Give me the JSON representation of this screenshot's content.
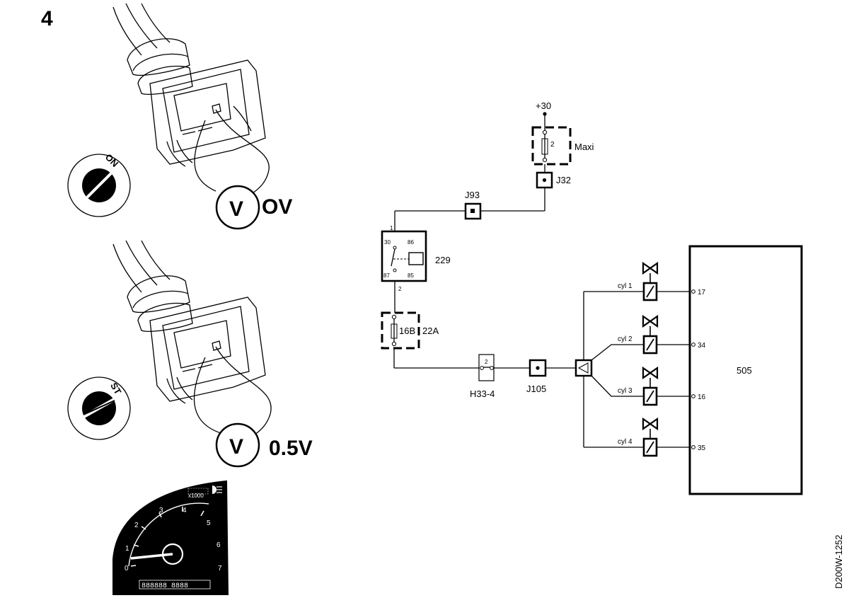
{
  "figure_number": "4",
  "reference_code": "D200W-1252",
  "meter": {
    "symbol": "V",
    "reading_off": "OV",
    "reading_start": "0.5V"
  },
  "ignition": {
    "on_label": "ON",
    "start_label": "ST"
  },
  "tachometer": {
    "scale": [
      "0",
      "1",
      "2",
      "3",
      "4",
      "5",
      "6",
      "7"
    ],
    "small_text": "x1000",
    "odometer": "888888 8888"
  },
  "circuit": {
    "supply": "+30",
    "fuse_maxi": {
      "number": "2",
      "label": "Maxi"
    },
    "junction_j32": "J32",
    "junction_j93": "J93",
    "relay": {
      "id": "229",
      "pin_top": "1",
      "pin_bottom": "2",
      "p30": "30",
      "p86": "86",
      "p87": "87",
      "p85": "85"
    },
    "fuse_16b": {
      "id": "16B",
      "rating": "22A"
    },
    "connector_h33": {
      "pin": "2",
      "label": "H33-4"
    },
    "junction_j105": "J105",
    "injectors": [
      {
        "label": "cyl 1",
        "pin": "17"
      },
      {
        "label": "cyl 2",
        "pin": "34"
      },
      {
        "label": "cyl 3",
        "pin": "16"
      },
      {
        "label": "cyl 4",
        "pin": "35"
      }
    ],
    "ecu_label": "505"
  }
}
